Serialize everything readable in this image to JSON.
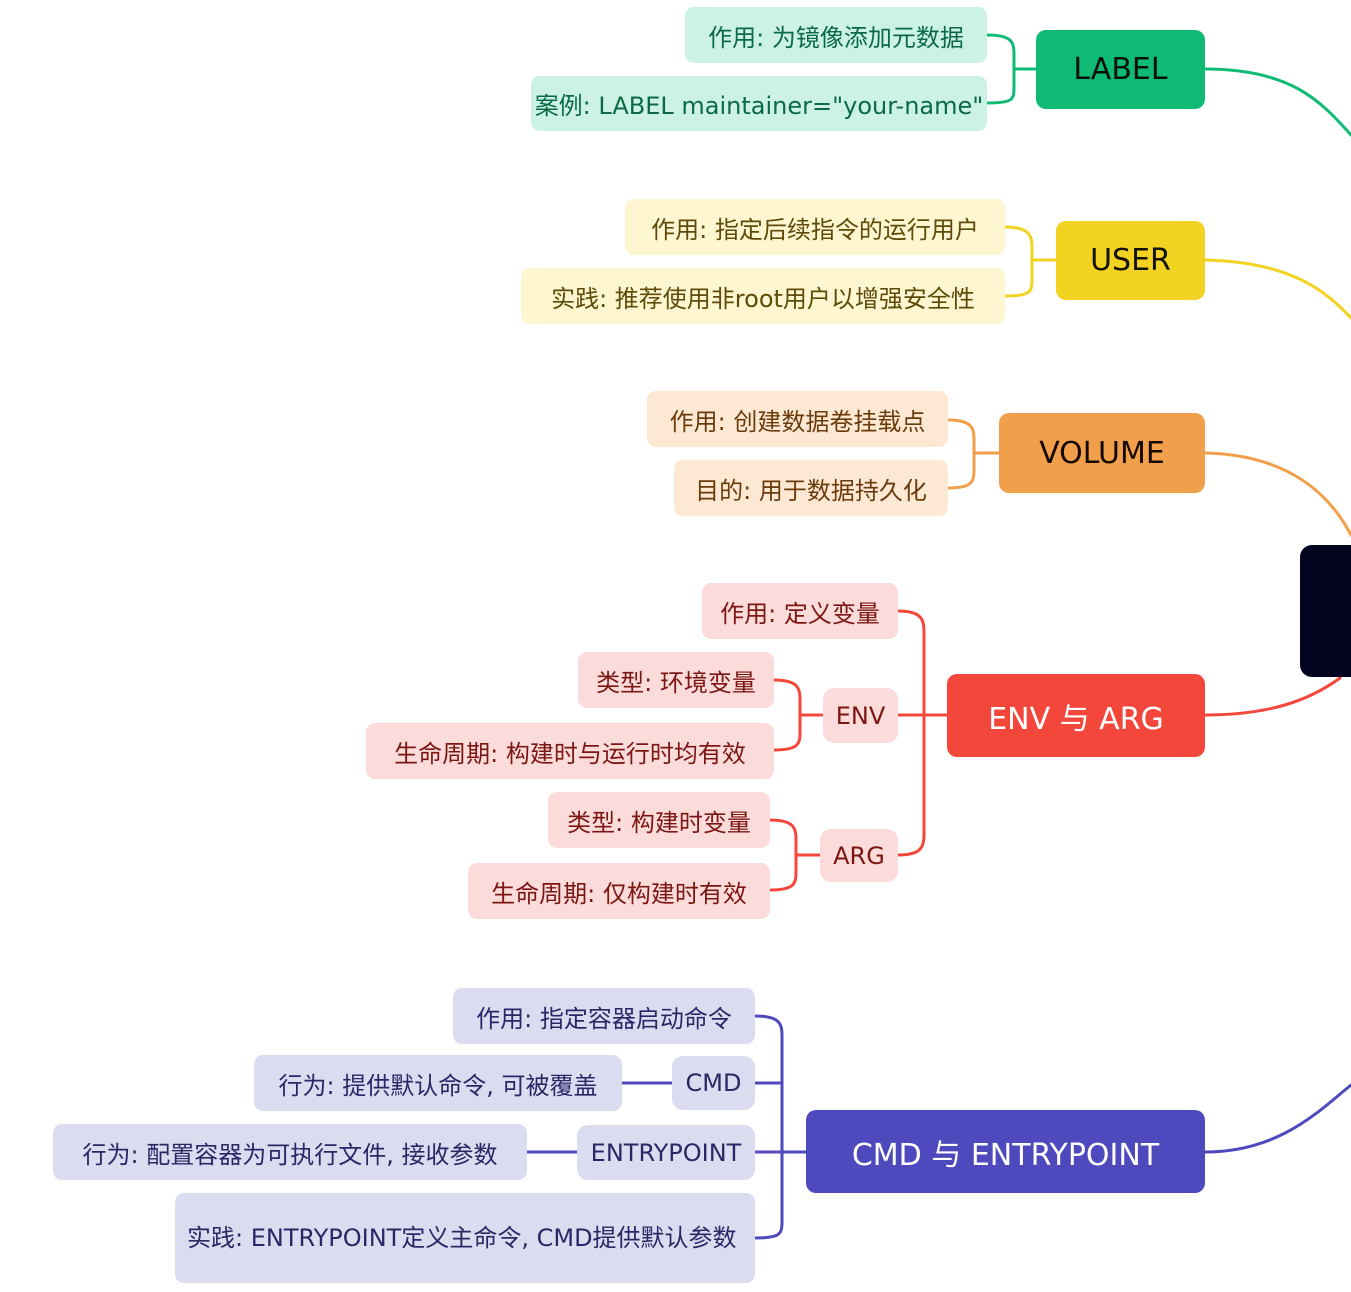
{
  "colors": {
    "label": "#0fbb74",
    "label_leaf": "#ccf2e6",
    "label_text": "#0b6a45",
    "user": "#f2d322",
    "user_leaf": "#fdf6d1",
    "user_text": "#5e4b07",
    "volume": "#f29f4b",
    "volume_leaf": "#fde9d3",
    "volume_text": "#6b3b0c",
    "envarg": "#f4473c",
    "envarg_leaf": "#fbdcda",
    "envarg_text": "#7b1613",
    "cmd": "#4e49bd",
    "cmd_leaf": "#dcdcf1",
    "cmd_text": "#2a2766",
    "root": "#020420"
  },
  "branches": {
    "label": {
      "title": "LABEL",
      "children": [
        "作用: 为镜像添加元数据",
        "案例: LABEL maintainer=\"your-name\""
      ]
    },
    "user": {
      "title": "USER",
      "children": [
        "作用: 指定后续指令的运行用户",
        "实践: 推荐使用非root用户以增强安全性"
      ]
    },
    "volume": {
      "title": "VOLUME",
      "children": [
        "作用: 创建数据卷挂载点",
        "目的: 用于数据持久化"
      ]
    },
    "envarg": {
      "title": "ENV 与 ARG",
      "purpose": "作用: 定义变量",
      "env": {
        "title": "ENV",
        "children": [
          "类型: 环境变量",
          "生命周期: 构建时与运行时均有效"
        ]
      },
      "arg": {
        "title": "ARG",
        "children": [
          "类型: 构建时变量",
          "生命周期: 仅构建时有效"
        ]
      }
    },
    "cmd": {
      "title": "CMD 与 ENTRYPOINT",
      "purpose": "作用: 指定容器启动命令",
      "cmd": {
        "title": "CMD",
        "behavior": "行为: 提供默认命令, 可被覆盖"
      },
      "entrypoint": {
        "title": "ENTRYPOINT",
        "behavior": "行为: 配置容器为可执行文件, 接收参数"
      },
      "practice": "实践: ENTRYPOINT定义主命令, CMD提供默认参数"
    }
  }
}
